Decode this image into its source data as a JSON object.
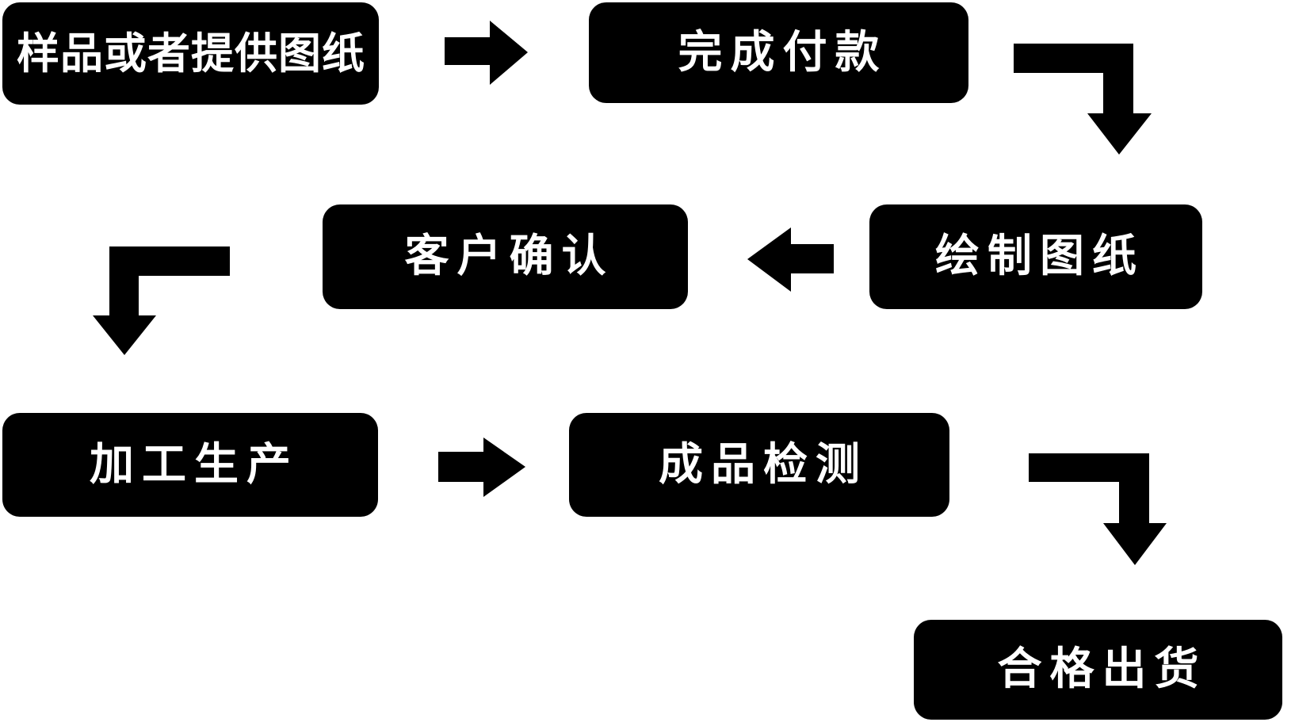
{
  "diagram": {
    "type": "flowchart",
    "background_color": "#ffffff",
    "box_color": "#000000",
    "text_color": "#ffffff",
    "arrow_color": "#000000",
    "steps": [
      {
        "label": "样品或者提供图纸"
      },
      {
        "label": "完成付款"
      },
      {
        "label": "绘制图纸"
      },
      {
        "label": "客户确认"
      },
      {
        "label": "加工生产"
      },
      {
        "label": "成品检测"
      },
      {
        "label": "合格出货"
      }
    ],
    "connections": [
      {
        "from": "样品或者提供图纸",
        "to": "完成付款",
        "direction": "right"
      },
      {
        "from": "完成付款",
        "to": "绘制图纸",
        "direction": "right-then-down"
      },
      {
        "from": "绘制图纸",
        "to": "客户确认",
        "direction": "left"
      },
      {
        "from": "客户确认",
        "to": "加工生产",
        "direction": "left-then-down"
      },
      {
        "from": "加工生产",
        "to": "成品检测",
        "direction": "right"
      },
      {
        "from": "成品检测",
        "to": "合格出货",
        "direction": "right-then-down"
      }
    ]
  }
}
